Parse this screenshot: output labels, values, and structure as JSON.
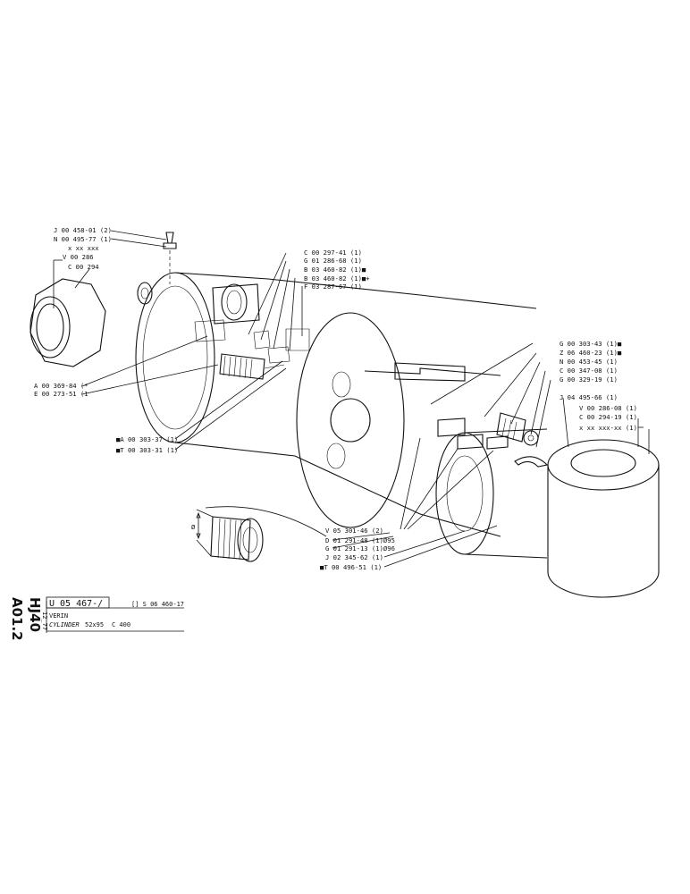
{
  "callouts_left": [
    "J 00 458-01 (2)",
    "N 00 495-77 (1)",
    "x xx xxx",
    "V 00 286",
    "C 00 294",
    "A 00 369-84 (*",
    "E 00 273-51 (1",
    "■A 00 303-37 (1)",
    "■T 00 303-31 (1)"
  ],
  "callouts_top": [
    "C 00 297-41 (1)",
    "G 01 286-68 (1)",
    "B 03 460-82 (1)■",
    "B 03 460-82 (1)■+",
    "F 03 287-67 (1)"
  ],
  "callouts_right": [
    "G 00 303-43 (1)■",
    "Z 06 460-23 (1)■",
    "N 00 453-45 (1)",
    "C 00 347-08 (1)",
    "G 00 329-19 (1)",
    "J 04 495-66 (1)",
    "V 00 286-08 (1)",
    "C 00 294-19 (1)",
    "x xx xxx-xx (1)"
  ],
  "callouts_bottom": [
    "V 05 301-46 (2)",
    "D 01 291-48 (1)Ø95",
    "G 01 291-13 (1)Ø96",
    "J 02 345-62 (1)",
    "■T 00 496-51 (1)"
  ],
  "detail_symbol": "Ø",
  "title_block": {
    "page_ref_line1": "HJ40",
    "page_ref_line2": "A01.2",
    "part_number": "U 05 467-/",
    "alt_ref": "[] S 06 460-17",
    "date": "12_77",
    "name_fr": "VERIN",
    "name_en": "CYLINDER",
    "dimension": "52x95",
    "model": "C 400"
  }
}
